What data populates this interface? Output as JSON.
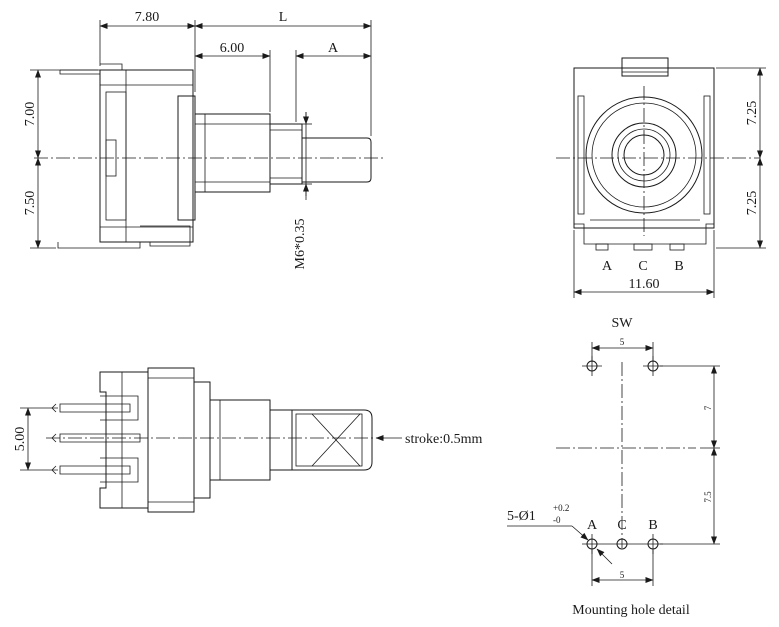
{
  "side_view": {
    "dim_width": "7.80",
    "dim_length": "L",
    "dim_6": "6.00",
    "dim_a": "A",
    "dim_upper_height": "7.00",
    "dim_lower_height": "7.50",
    "dim_thread": "M6*0.35"
  },
  "front_view": {
    "dim_upper": "7.25",
    "dim_lower": "7.25",
    "dim_width": "11.60",
    "pin_a": "A",
    "pin_c": "C",
    "pin_b": "B"
  },
  "bottom_view": {
    "dim_pin_span": "5.00",
    "stroke_note": "stroke:0.5mm"
  },
  "mounting": {
    "sw_label": "SW",
    "dim_top": "5",
    "dim_upper_v": "7",
    "dim_lower_v": "7.5",
    "hole_prefix": "5-Ø1",
    "hole_tol_plus": "+0.2",
    "hole_tol_minus": "-0",
    "pin_a": "A",
    "pin_c": "C",
    "pin_b": "B",
    "dim_bottom": "5",
    "caption": "Mounting hole detail"
  }
}
